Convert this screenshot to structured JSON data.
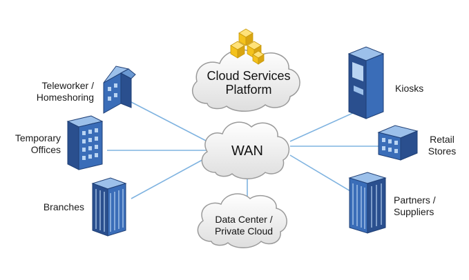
{
  "nodes": {
    "cloud_platform": {
      "line1": "Cloud Services",
      "line2": "Platform"
    },
    "wan": {
      "label": "WAN"
    },
    "data_center": {
      "line1": "Data Center /",
      "line2": "Private Cloud"
    },
    "teleworker": {
      "line1": "Teleworker /",
      "line2": "Homeshoring"
    },
    "temporary_offices": {
      "line1": "Temporary",
      "line2": "Offices"
    },
    "branches": {
      "label": "Branches"
    },
    "kiosks": {
      "label": "Kiosks"
    },
    "retail_stores": {
      "line1": "Retail",
      "line2": "Stores"
    },
    "partners": {
      "line1": "Partners /",
      "line2": "Suppliers"
    }
  },
  "colors": {
    "link": "#7fb3e0",
    "building_front": "#3a6db8",
    "building_side": "#2a4f8e",
    "building_top": "#9cc0ea",
    "window": "#b9d4f2",
    "cloud_fill": "#f2f2f2",
    "cloud_stroke": "#9a9a9a",
    "cube": "#f4c21d"
  }
}
